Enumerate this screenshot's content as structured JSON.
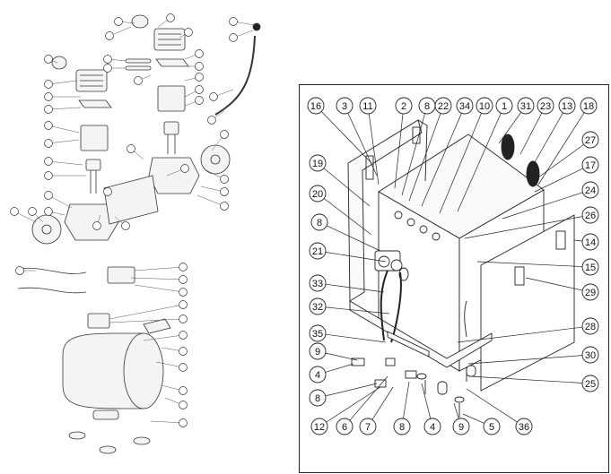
{
  "left_diagram": {
    "callouts": [
      "",
      "",
      "",
      "",
      "",
      "",
      "",
      "",
      "",
      "",
      "",
      "",
      "",
      "",
      "",
      "",
      "",
      "",
      "",
      "",
      "",
      "",
      "",
      "",
      "",
      "",
      "",
      "",
      "",
      "",
      "",
      "",
      "",
      "",
      "",
      "",
      "",
      "",
      "",
      "",
      "",
      "",
      "",
      "",
      "",
      "",
      "",
      "",
      ""
    ]
  },
  "right_diagram": {
    "callouts": [
      {
        "label": "16"
      },
      {
        "label": "3"
      },
      {
        "label": "11"
      },
      {
        "label": "2"
      },
      {
        "label": "8"
      },
      {
        "label": "22"
      },
      {
        "label": "34"
      },
      {
        "label": "10"
      },
      {
        "label": "1"
      },
      {
        "label": "31"
      },
      {
        "label": "23"
      },
      {
        "label": "13"
      },
      {
        "label": "18"
      },
      {
        "label": "19"
      },
      {
        "label": "27"
      },
      {
        "label": "17"
      },
      {
        "label": "20"
      },
      {
        "label": "24"
      },
      {
        "label": "8"
      },
      {
        "label": "26"
      },
      {
        "label": "14"
      },
      {
        "label": "21"
      },
      {
        "label": "15"
      },
      {
        "label": "33"
      },
      {
        "label": "29"
      },
      {
        "label": "32"
      },
      {
        "label": "28"
      },
      {
        "label": "35"
      },
      {
        "label": "9"
      },
      {
        "label": "30"
      },
      {
        "label": "4"
      },
      {
        "label": "25"
      },
      {
        "label": "8"
      },
      {
        "label": "12"
      },
      {
        "label": "6"
      },
      {
        "label": "7"
      },
      {
        "label": "8"
      },
      {
        "label": "4"
      },
      {
        "label": "9"
      },
      {
        "label": "5"
      },
      {
        "label": "36"
      }
    ]
  }
}
